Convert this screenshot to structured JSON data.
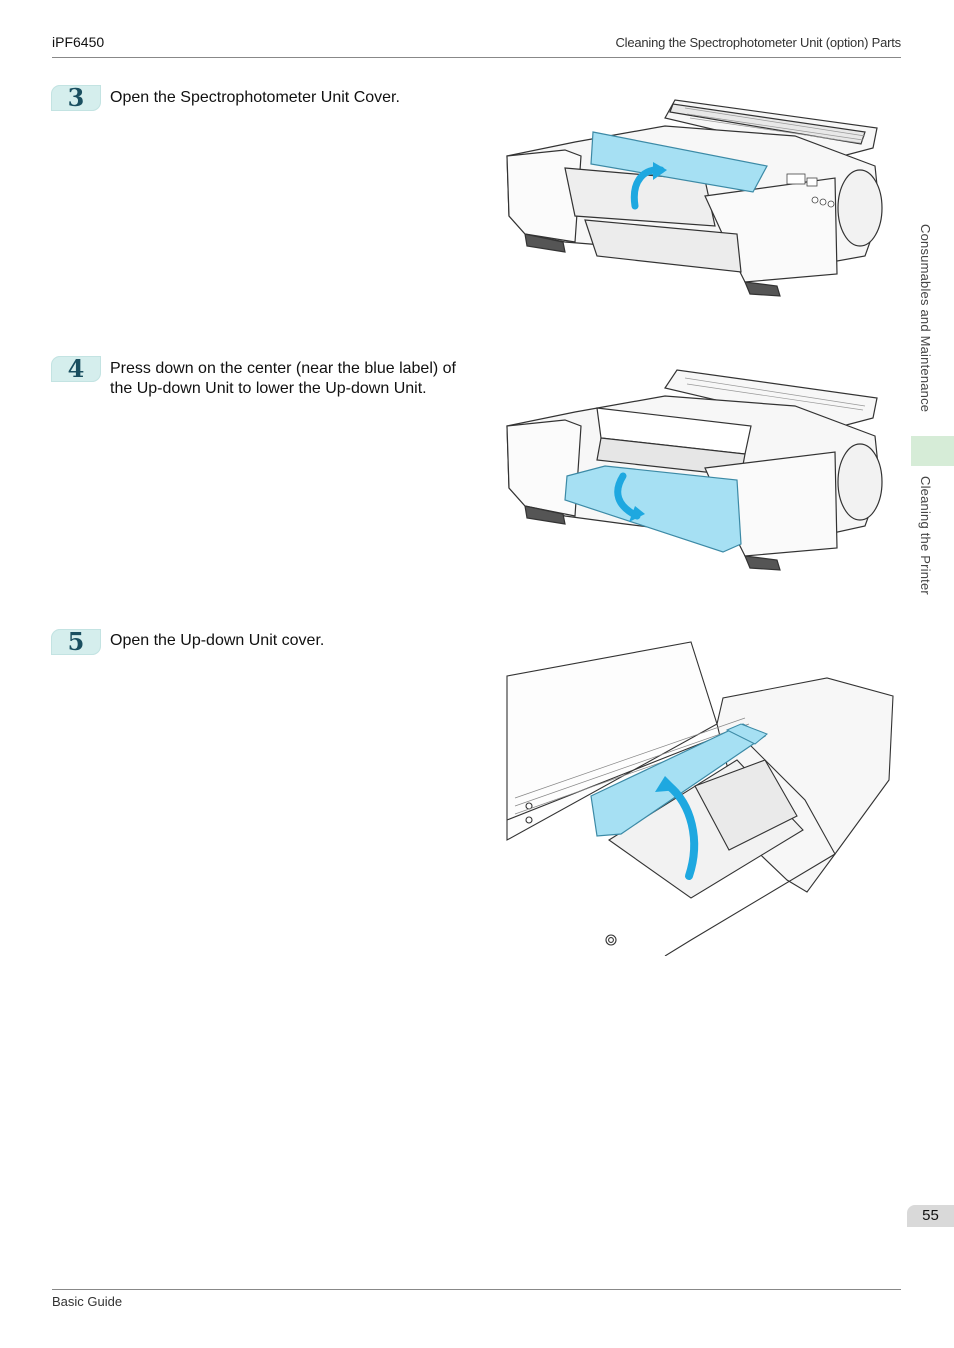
{
  "header": {
    "model": "iPF6450",
    "section": "Cleaning the Spectrophotometer Unit (option) Parts"
  },
  "steps": [
    {
      "number": "3",
      "text": "Open the Spectrophotometer Unit Cover."
    },
    {
      "number": "4",
      "text_line1": "Press down on the center (near the blue label) of",
      "text_line2": "the Up-down Unit to lower the Up-down Unit."
    },
    {
      "number": "5",
      "text": "Open the Up-down Unit cover."
    }
  ],
  "side_tabs": {
    "chapter": "Consumables and Maintenance",
    "section": "Cleaning the Printer"
  },
  "page_number": "55",
  "footer": {
    "title": "Basic Guide"
  },
  "colors": {
    "highlight_blue": "#a6e0f3",
    "arrow_blue": "#1ea8e0",
    "step_badge": "#d5eeed",
    "side_highlight": "#d6ecd7"
  }
}
